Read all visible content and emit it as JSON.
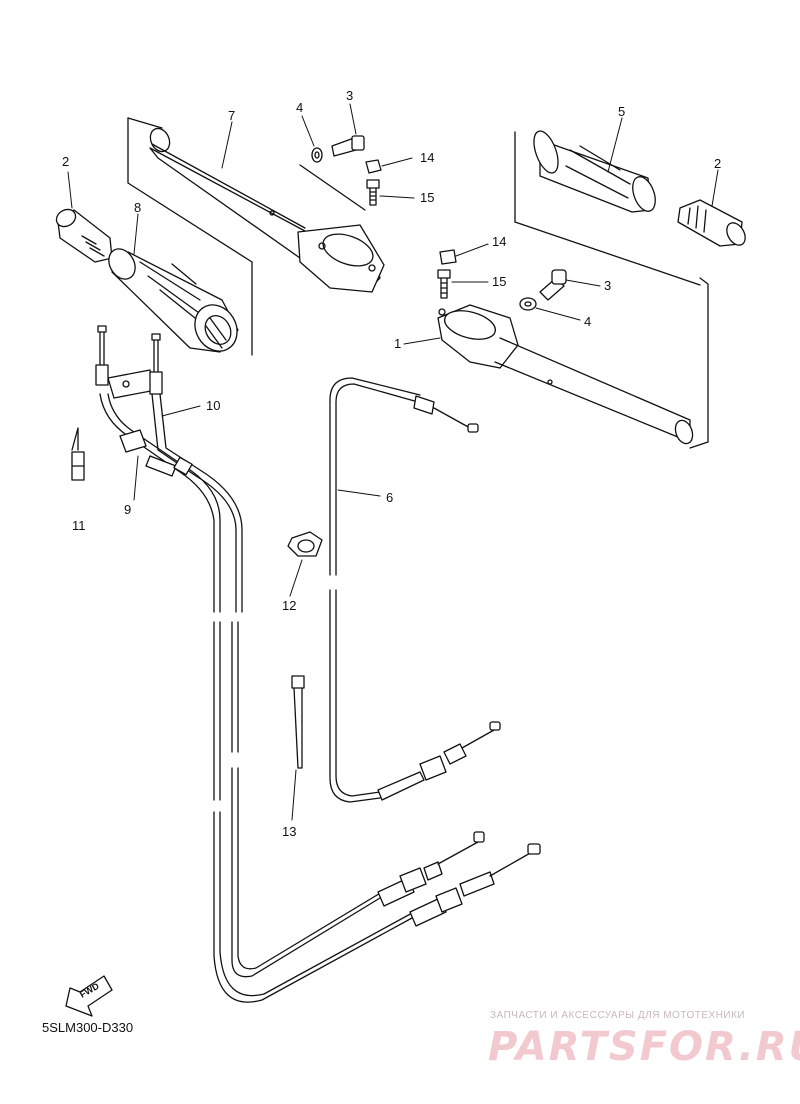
{
  "diagram": {
    "code": "5SLM300-D330",
    "direction_label": "FWD",
    "labels": {
      "p1": "1",
      "p2_left": "2",
      "p2_right": "2",
      "p3_left": "3",
      "p3_right": "3",
      "p4_left": "4",
      "p4_right": "4",
      "p5": "5",
      "p6": "6",
      "p7": "7",
      "p8": "8",
      "p9": "9",
      "p10": "10",
      "p11": "11",
      "p12": "12",
      "p13": "13",
      "p14_left": "14",
      "p14_right": "14",
      "p15_left": "15",
      "p15_right": "15"
    }
  },
  "watermark": {
    "tagline": "ЗАПЧАСТИ И АКСЕССУАРЫ ДЛЯ МОТОТЕХНИКИ",
    "brand": "PARTSFOR.RU"
  }
}
